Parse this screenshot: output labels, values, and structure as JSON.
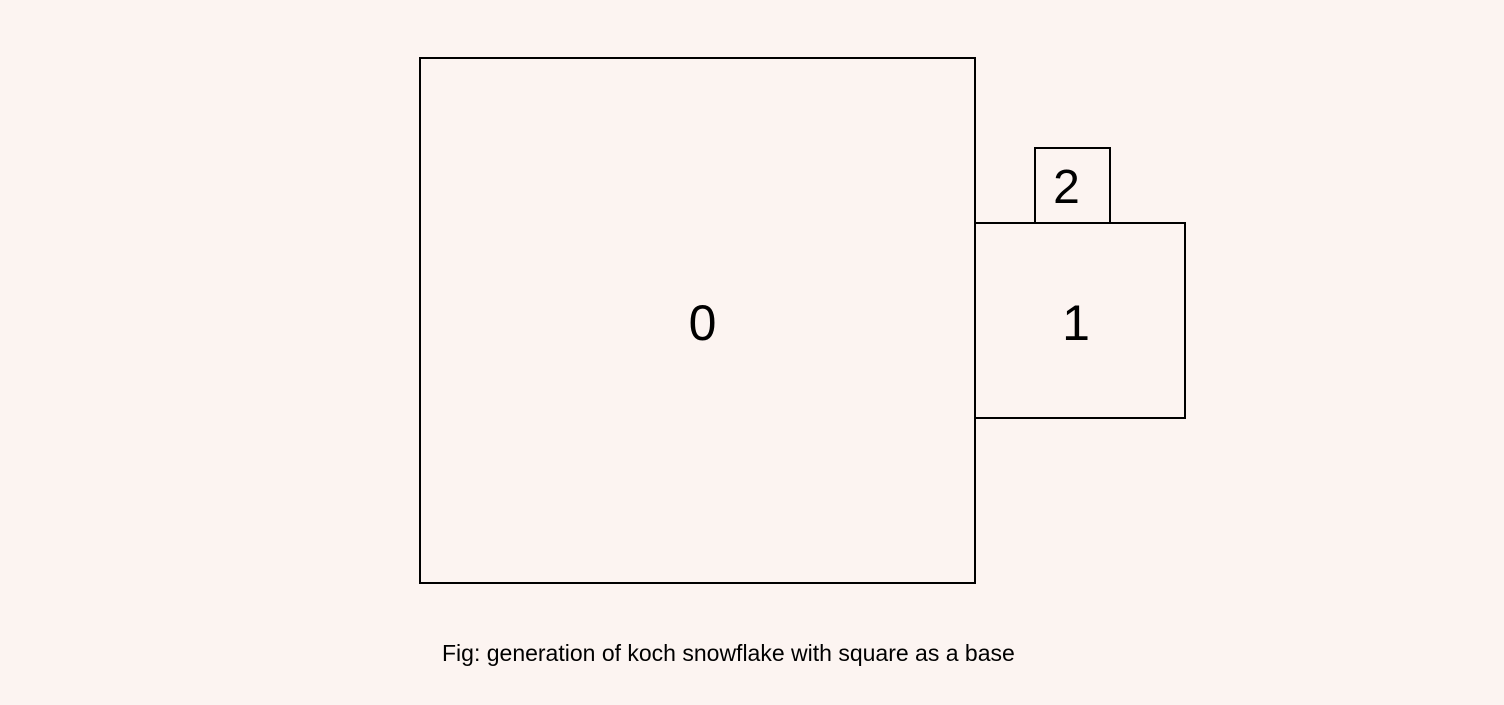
{
  "diagram": {
    "squares": [
      {
        "label": "0"
      },
      {
        "label": "1"
      },
      {
        "label": "2"
      }
    ],
    "caption": "Fig: generation of koch snowflake with square as a base"
  },
  "colors": {
    "background": "#fcf4f1",
    "stroke": "#000000"
  }
}
